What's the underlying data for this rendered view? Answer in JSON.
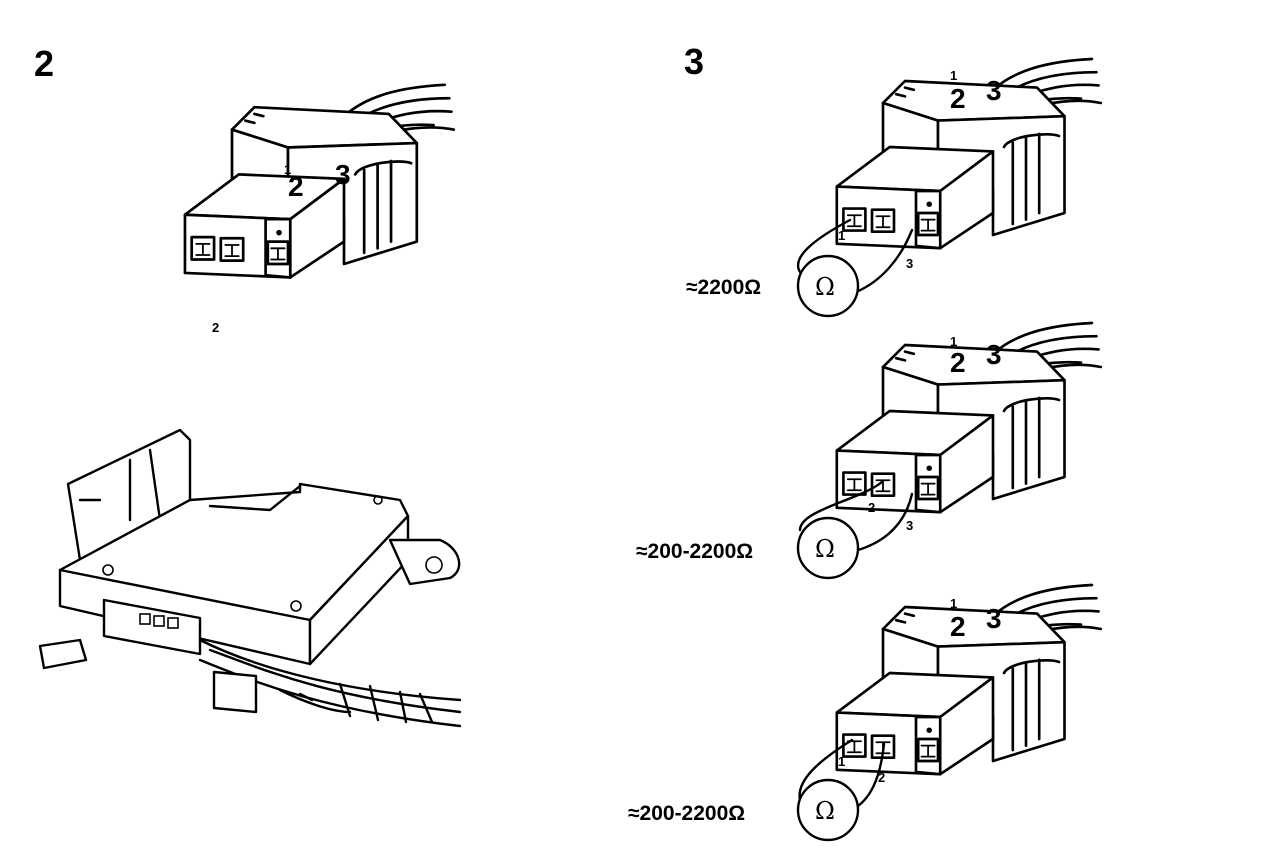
{
  "figure": {
    "panel_left": {
      "label": "2",
      "pin_label": "2"
    },
    "panel_right": {
      "label": "3",
      "tests": [
        {
          "pins": [
            "1",
            "3"
          ],
          "resistance": "≈2200Ω",
          "meter_symbol": "Ω"
        },
        {
          "pins": [
            "2",
            "3"
          ],
          "resistance": "≈200-2200Ω",
          "meter_symbol": "Ω"
        },
        {
          "pins": [
            "1",
            "2"
          ],
          "resistance": "≈200-2200Ω",
          "meter_symbol": "Ω"
        }
      ]
    },
    "connector_markings": [
      "1",
      "2",
      "3"
    ]
  }
}
